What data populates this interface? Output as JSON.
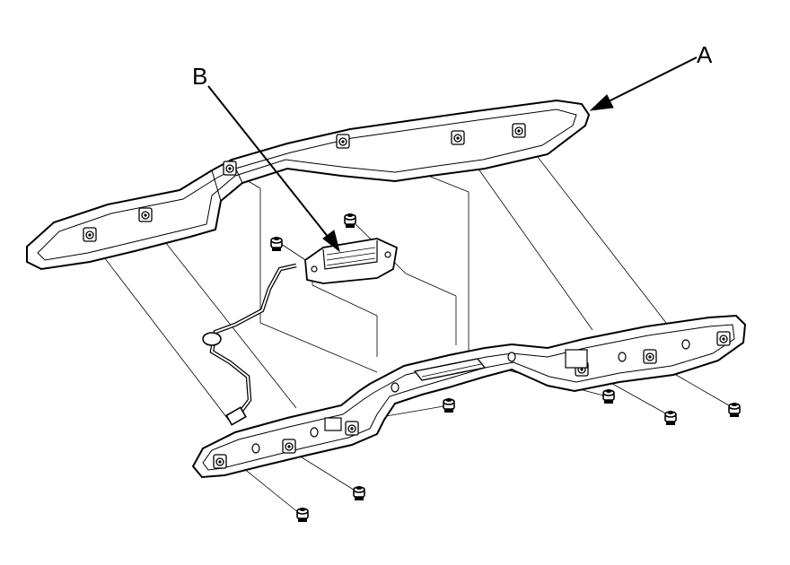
{
  "callouts": {
    "a": "A",
    "b": "B"
  },
  "colors": {
    "ink": "#000000",
    "paper": "#ffffff"
  },
  "parts": {
    "upper_garnish": "garnish-trim",
    "lower_bracket": "base-bracket",
    "switch": "switch-unit",
    "harness": "wire-harness",
    "fasteners": "bolt-icon"
  }
}
